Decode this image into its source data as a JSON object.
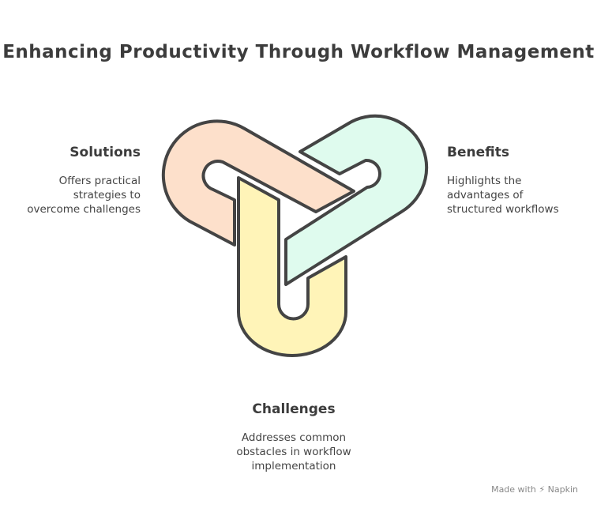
{
  "title": "Enhancing Productivity Through Workflow Management",
  "items": [
    {
      "heading": "Solutions",
      "description": [
        "Offers practical",
        "strategies to",
        "overcome challenges"
      ],
      "color": "#fde0cb"
    },
    {
      "heading": "Benefits",
      "description": [
        "Highlights the",
        "advantages of",
        "structured workflows"
      ],
      "color": "#dffbee"
    },
    {
      "heading": "Challenges",
      "description": [
        "Addresses common",
        "obstacles in workflow",
        "implementation"
      ],
      "color": "#fff4b8"
    }
  ],
  "footer": {
    "made_with": "Made with",
    "brand": "Napkin"
  }
}
